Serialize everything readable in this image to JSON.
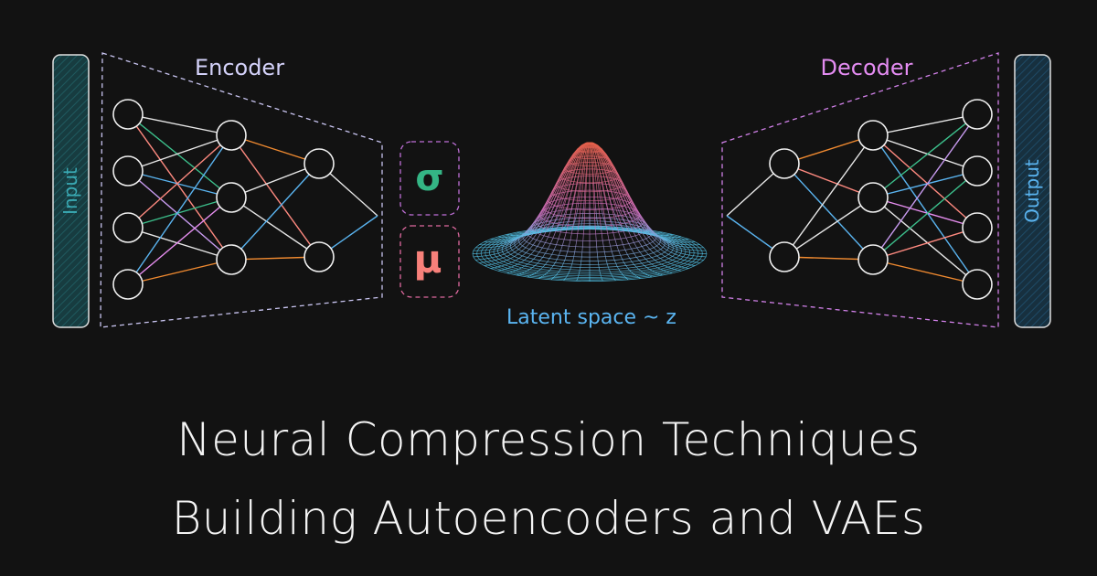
{
  "diagram": {
    "input_label": "Input",
    "output_label": "Output",
    "encoder_label": "Encoder",
    "decoder_label": "Decoder",
    "sigma_symbol": "σ",
    "mu_symbol": "μ",
    "latent_label": "Latent space ~ z"
  },
  "title": {
    "line1": "Neural Compression Techniques",
    "line2": "Building Autoencoders and VAEs"
  },
  "colors": {
    "background": "#121212",
    "encoder_text": "#d4d2fa",
    "decoder_text": "#e48cf2",
    "input_text": "#3aaab4",
    "output_text": "#5ab4f0",
    "sigma": "#34b585",
    "mu": "#f7807a",
    "latent_text": "#5ab4f0"
  }
}
